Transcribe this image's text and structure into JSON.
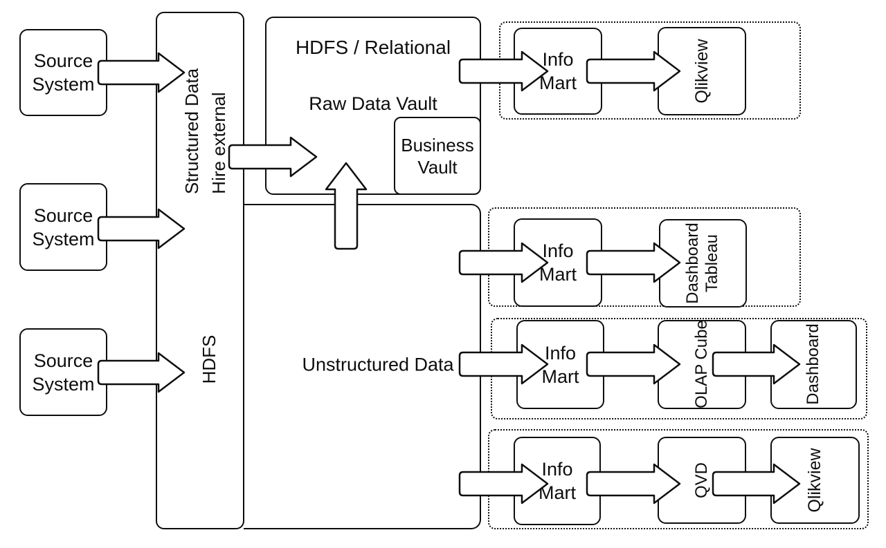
{
  "colors": {
    "stroke": "#0d0d0d",
    "background": "#ffffff"
  },
  "sources": [
    {
      "line1": "Source",
      "line2": "System"
    },
    {
      "line1": "Source",
      "line2": "System"
    },
    {
      "line1": "Source",
      "line2": "System"
    }
  ],
  "lane": {
    "structured": "Structured Data",
    "hire": "Hire external",
    "hdfs": "HDFS"
  },
  "vault": {
    "title": "HDFS / Relational",
    "raw": "Raw Data Vault",
    "business_line1": "Business",
    "business_line2": "Vault"
  },
  "unstructured": "Unstructured Data",
  "marts": [
    {
      "line1": "Info",
      "line2": "Mart"
    },
    {
      "line1": "Info",
      "line2": "Mart"
    },
    {
      "line1": "Info",
      "line2": "Mart"
    },
    {
      "line1": "Info",
      "line2": "Mart"
    }
  ],
  "targets": {
    "qlikview_top": "Qlikview",
    "dashboard_tableau_line1": "Dashboard",
    "dashboard_tableau_line2": "Tableau",
    "olap_cube": "OLAP Cube",
    "dashboard": "Dashboard",
    "qvd": "QVD",
    "qlikview_bottom": "Qlikview"
  }
}
